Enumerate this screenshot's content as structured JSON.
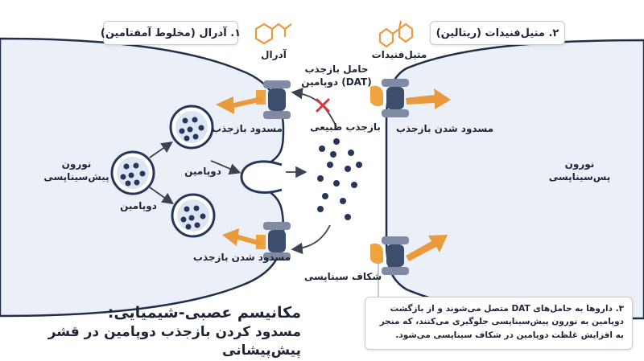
{
  "colors": {
    "neuron_fill": "#eaeff8",
    "neuron_stroke": "#1f2f4d",
    "dopamine": "#26365a",
    "transporter": "#3d4e6c",
    "drug_orange": "#f0a23e",
    "arrow_orange": "#e89a3c",
    "block_red": "#d9363e"
  },
  "boxes": {
    "adderall_box": "۱. آدرال (مخلوط آمفتامین)",
    "ritalin_box": "۲. متیل‌فنیدات (ریتالین)"
  },
  "labels": {
    "adderall_molecule": "آدرال",
    "methylphenidate_molecule": "متیل‌فنیدات",
    "dat_label": "حامل بازجذب\n(DAT) دوپامین",
    "natural_reuptake": "بازجذب طبیعی",
    "blocked_reuptake_top": "مسدود بازجذب",
    "blocked_reuptake_bottom": "مسدود شدن بازجذب",
    "blocked_reuptake_right": "مسدود شدن بازجذب",
    "dopamine_upper": "دوپامین",
    "dopamine_lower": "دوپامین",
    "presynaptic": "نورون\nپیش‌سیناپسی",
    "postsynaptic": "نورون\nپس‌سیناپسی",
    "synaptic_cleft": "شکاف سیناپسی"
  },
  "note": "۳. داروها به حامل‌های DAT متصل می‌شوند و از بازگشت دوپامین به نورون پیش‌سیناپسی جلوگیری می‌کنند، که منجر به افزایش غلظت دوپامین در شکاف سیناپسی می‌شود.",
  "title": {
    "line1": "مکانیسم عصبی-شیمیایی:",
    "line2": "مسدود کردن بازجذب دوپامین در قشر پیش‌پیشانی"
  },
  "icons": [
    "adderall-molecule-icon",
    "methylphenidate-molecule-icon",
    "dat-transporter-icon",
    "block-x-icon",
    "vesicle-icon",
    "dopamine-dot-icon"
  ]
}
